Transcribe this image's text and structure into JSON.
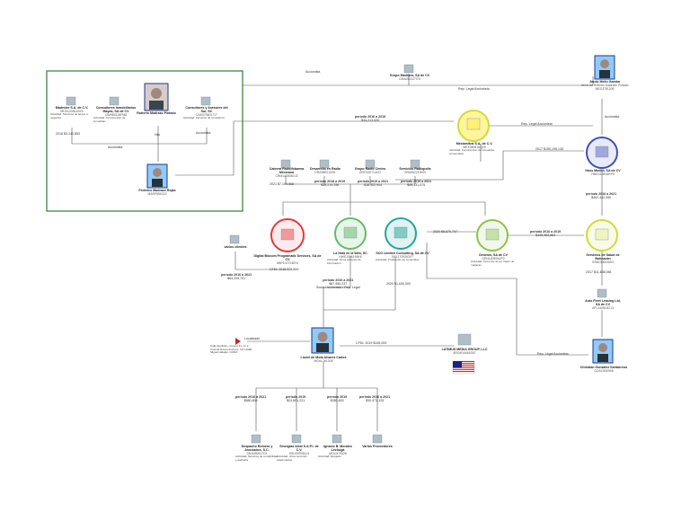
{
  "colors": {
    "frame_green": "#2e7d32",
    "line": "#555555",
    "circle_red": "#e53935",
    "circle_green": "#66bb6a",
    "circle_teal": "#26a69a",
    "circle_yellow": "#cddc39",
    "circle_blue": "#3f51b5",
    "photo_border": "#1e3a8a"
  },
  "nodes": {
    "madesier": {
      "name": "Madesier S.A. de C.V.",
      "ref": "MDS120301KE4",
      "desc": "Actividad: Servicios de apoyo a negocios"
    },
    "inmobiliarios": {
      "name": "Consultores Inmobiliarios Mayas, SA de CV",
      "ref": "CIM960126PM8",
      "desc": "Actividad: Construcción de inmuebles"
    },
    "roberto": {
      "name": "Roberto Madrazo Pintado",
      "ref": "MAPR520730"
    },
    "consultores_sur": {
      "name": "Consultores y Asesores del Sur, SC",
      "ref": "CAS070601717",
      "desc": "Actividad: Servicios de consultoría"
    },
    "federico": {
      "name": "Federico Madrazo Rojas",
      "ref": "MARF850222"
    },
    "grupo_madrazo": {
      "name": "Grupo Madrazo, SA de CV",
      "ref": "GMA081127IT6"
    },
    "jacob": {
      "name": "Jacob Melin Gamba",
      "sub": "Yerno de Roberto Madrazo Pintado",
      "ref": "MEGJ781208"
    },
    "mexiamitral": {
      "name": "Mexiamitral S.A. de C.V.",
      "ref": "MEX080616QZ5",
      "desc": "Actividad: Construcción de inmuebles comerciales"
    },
    "hoss_modilli": {
      "name": "Hoss Modilli, SA de CV",
      "ref": "HMO110818RP5"
    },
    "cabrera": {
      "name": "Cabrera Rodolfobaena Mexicana",
      "ref": "CRM140804DJ2"
    },
    "desarrollo": {
      "name": "Desarrollo en Radio",
      "ref": "DRA980213I31"
    },
    "grupo_radio": {
      "name": "Grupo Radio Centro",
      "ref": "GRC920714CI2"
    },
    "servicios_radio": {
      "name": "Servicios Radiopolis",
      "ref": "SRA061219HI3"
    },
    "digital_biocom": {
      "name": "Digital Biocom Programatic Services, SA de CV",
      "ref": "DBP1007238Y4"
    },
    "la_hola": {
      "name": "La Hola en la Web, SC",
      "ref": "HWE1006195K6",
      "desc": "Actividad: Otros servicios de información"
    },
    "scg": {
      "name": "SCG Limited Consulting, SA de CV",
      "ref": "SCL1709263V7",
      "desc": "Actividad: Producción de contenidos"
    },
    "genesis": {
      "name": "Genesis, SA de CV",
      "ref": "GEN140905UP2",
      "desc": "Actividad: Comercio al por mayor de maderas"
    },
    "salud": {
      "name": "Servicios de Salud de Bohnacán",
      "ref": "SSB100823MI3"
    },
    "auto_fleet": {
      "name": "Auto Fleet Leasing Ltd, SA de CV",
      "ref": "AFL140818C13"
    },
    "christian": {
      "name": "Christian González Santarreno",
      "ref": "GOSC830908"
    },
    "lionel": {
      "name": "Lionel de Mota Alvarez Carlos",
      "ref": "MOAL761208"
    },
    "latimus": {
      "name": "LATIMUS MEDIA GROUP, LLC",
      "ref": "8RO4FA45AS67"
    },
    "despacho": {
      "name": "Despacho Romero y Asociados, S.C.",
      "ref": "DRA050917D1",
      "desc": "Actividad: Servicios de contabilidad y auditoría"
    },
    "sinergias": {
      "name": "Sinergías Ideal S.A.P.I. de C.V.",
      "ref": "SID130905LL9",
      "desc": "Actividad: Otros servicios relacionados"
    },
    "ignacio": {
      "name": "Ignacio B. Morales Lechuga",
      "ref": "MOLI470626",
      "desc": "Actividad: Abogado"
    },
    "varios": {
      "name": "Varios Proveedores"
    },
    "varios_clientes": {
      "name": "varios clientes"
    },
    "domicilio": {
      "text": "Calle Euclides, número 21, int 2, Colonia Nueva Anzures, CP 11590, Miguel Hidalgo, CDMX"
    }
  },
  "edges": {
    "madesier_amount": "2018 $3,140,853",
    "hijo": "Hijo",
    "accionista": "Accionista",
    "accionista2": "Accionista",
    "accionista3": "Accionista",
    "rep_legal": "Rep. Legal Accionista",
    "rep_legal2": "Rep. Legal Accionista",
    "periodo_mexiamitral": "periodo 2016 a 2019",
    "periodo_mexiamitral_amt": "$34,213,430",
    "hoss_amt": "2017 $150,195,145",
    "cabrera_amt": "2021 $7,144,968",
    "desarrollo_per": "periodo 2018 a 2019",
    "desarrollo_amt": "$58,214,198",
    "grupo_radio_per": "periodo 2019 a 2021",
    "grupo_radio_amt": "$18,402,904",
    "servicios_per": "periodo 2019 a 2021",
    "servicios_amt": "$48,131,075",
    "salud_per": "periodo 2016 a 2021",
    "salud_amt": "$402,442,050",
    "genesis_per": "periodo 2016 a 2019",
    "genesis_amt": "$135,983,864",
    "scg_amt": "2020 $5,675,797",
    "auto_amt": "2017 $11,838,081",
    "clientes_per": "periodo 2016 a 2021",
    "clientes_amt": "$64,209,701",
    "digital_amt": "CFDI: 2015 $58,800",
    "la_hola_per": "periodo 2016 a 2021",
    "la_hola_amt": "$67,950,237",
    "la_hola_roles": "Socio / Accionista / Rep. Legal",
    "scg_amt2": "2020 $1,630,000",
    "latimus_cfdi": "CFDI: 2019 $145,000",
    "localizado": "Localizado",
    "despacho_per": "periodo 2016 a 2021",
    "despacho_amt": "$880,804",
    "sinergias_per": "periodo 2019",
    "sinergias_amt": "$24,601,221",
    "ignacio_per": "periodo 2019",
    "ignacio_amt": "$350,803",
    "varios_per": "periodo 2016 a 2021",
    "varios_amt": "$30,471,125"
  }
}
